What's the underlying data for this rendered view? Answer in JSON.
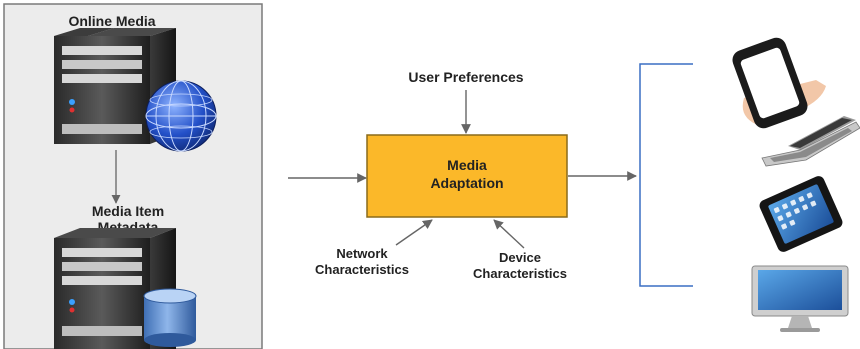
{
  "left_panel": {
    "online_media_label": "Online Media",
    "metadata_label_line1": "Media Item",
    "metadata_label_line2": "Metadata"
  },
  "center": {
    "box_line1": "Media",
    "box_line2": "Adaptation",
    "user_preferences": "User Preferences",
    "network_line1": "Network",
    "network_line2": "Characteristics",
    "device_line1": "Device",
    "device_line2": "Characteristics"
  },
  "devices": [
    "smartphone-icon",
    "laptop-icon",
    "tablet-icon",
    "desktop-monitor-icon"
  ],
  "colors": {
    "box_fill": "#fbb829",
    "box_stroke": "#8a6a1a",
    "arrow": "#666666",
    "bracket": "#3a6fc4",
    "panel_border": "#7a7a7a",
    "panel_fill": "#ececec"
  }
}
